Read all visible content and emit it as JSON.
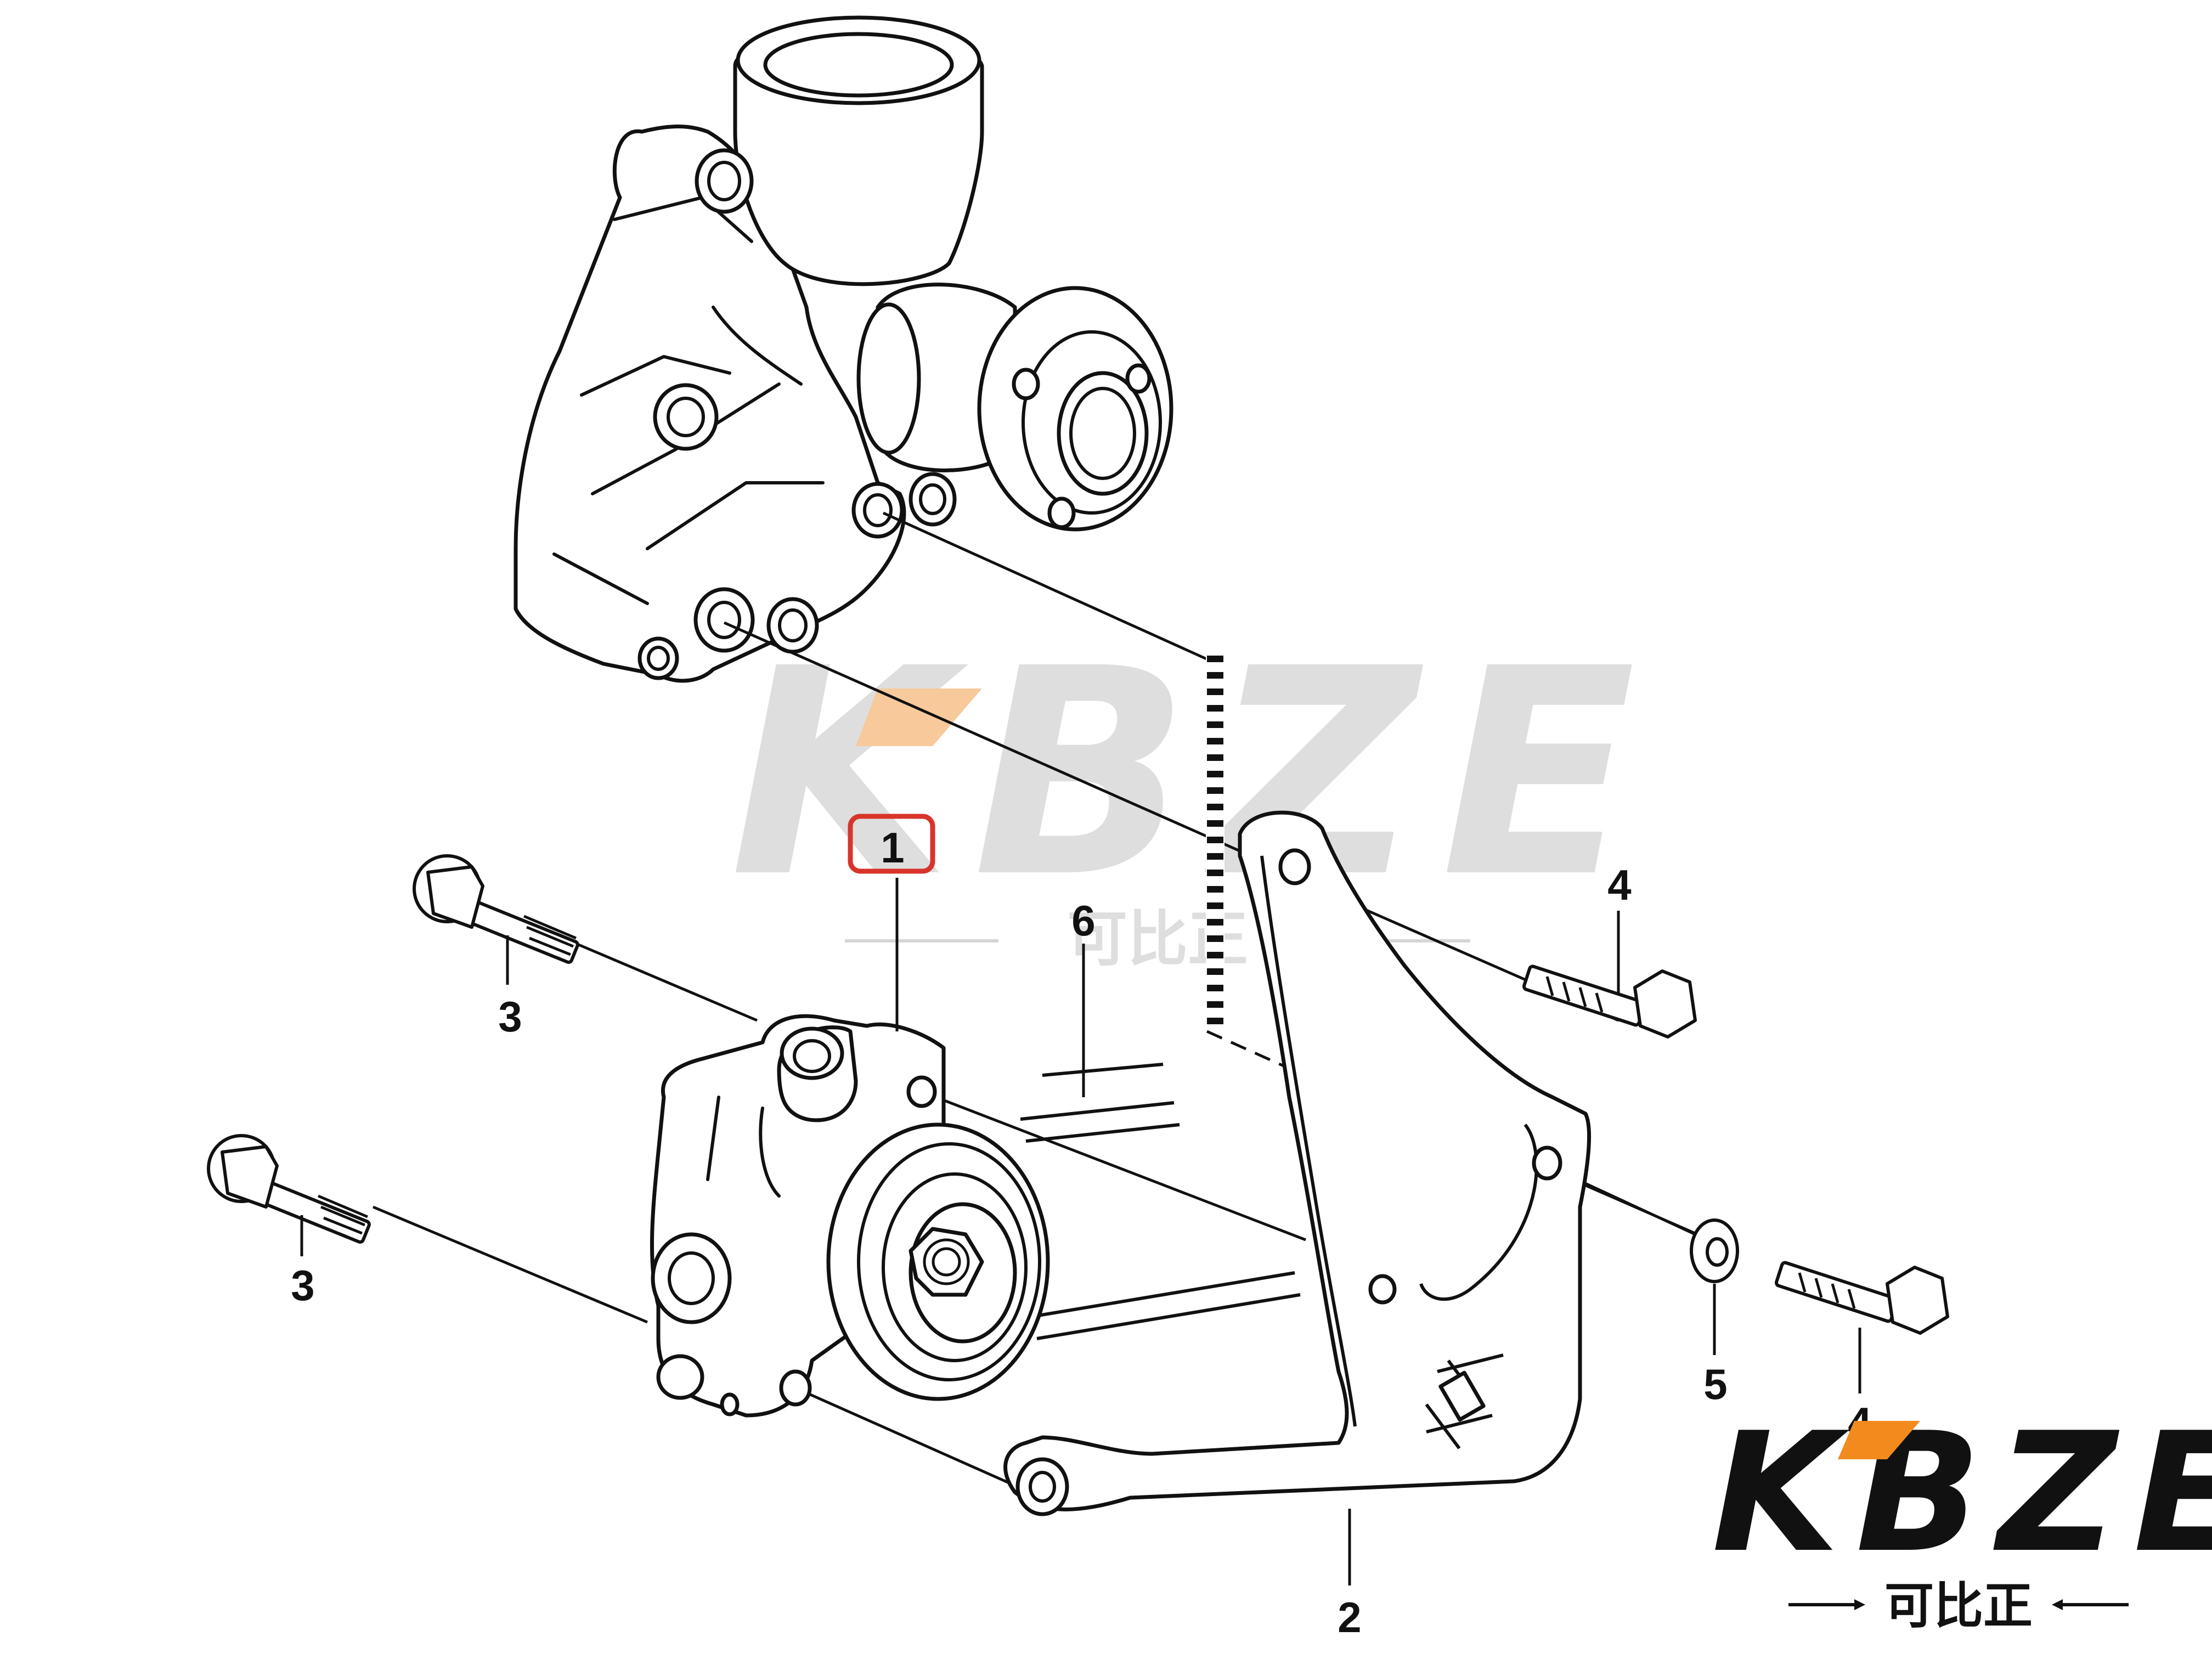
{
  "diagram": {
    "callouts": {
      "c1": "1",
      "c2": "2",
      "c3a": "3",
      "c3b": "3",
      "c4a": "4",
      "c4b": "4",
      "c5": "5",
      "c6": "6"
    },
    "highlight_color": "#d9342b"
  },
  "watermark": {
    "brand": "KBZE",
    "chinese": "可比正",
    "accent_color": "#f29a3a"
  },
  "logo": {
    "brand": "KBZE",
    "chinese": "可比正",
    "accent_color": "#f28a1e"
  }
}
